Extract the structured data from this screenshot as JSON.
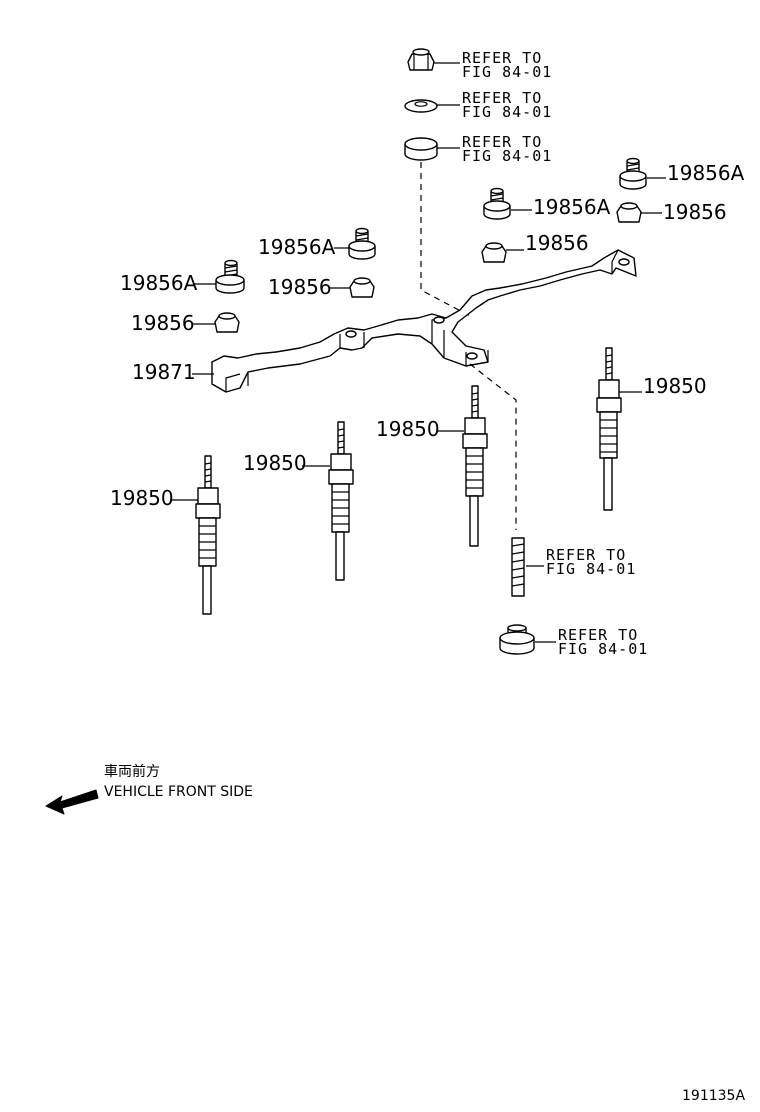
{
  "labels": {
    "nut_top_right": "19856",
    "stud_top_right": "19856A",
    "stud_mid": "19856A",
    "nut_mid": "19856",
    "stud_left_upper": "19856A",
    "nut_left_upper": "19856",
    "stud_left": "19856A",
    "nut_left": "19856",
    "bar": "19871",
    "plug_1": "19850",
    "plug_2": "19850",
    "plug_3": "19850",
    "plug_4": "19850"
  },
  "refer": [
    {
      "line1": "REFER TO",
      "line2": "FIG 84-01"
    },
    {
      "line1": "REFER TO",
      "line2": "FIG 84-01"
    },
    {
      "line1": "REFER TO",
      "line2": "FIG 84-01"
    },
    {
      "line1": "REFER TO",
      "line2": "FIG 84-01"
    },
    {
      "line1": "REFER TO",
      "line2": "FIG 84-01"
    }
  ],
  "direction": {
    "jp": "車両前方",
    "en": "VEHICLE FRONT SIDE"
  },
  "figure_code": "191135A"
}
